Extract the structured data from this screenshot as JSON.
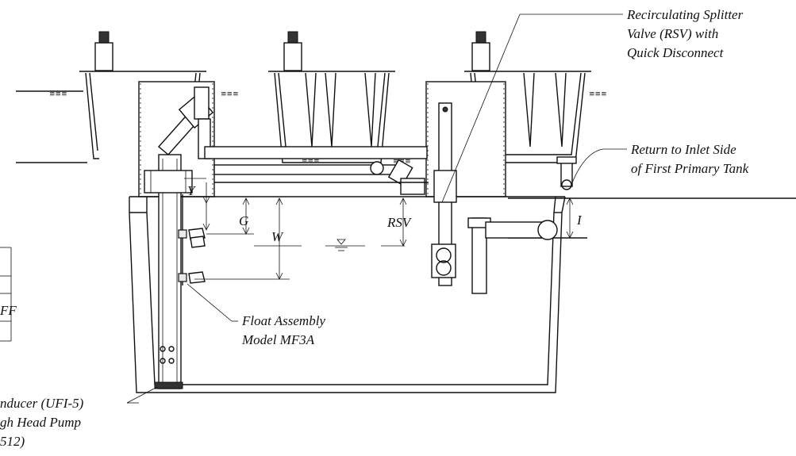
{
  "labels": {
    "rsv_callout": [
      "Recirculating Splitter",
      "Valve (RSV) with",
      "Quick Disconnect"
    ],
    "return_callout": [
      "Return to Inlet Side",
      "of First Primary Tank"
    ],
    "float_callout": [
      "Float Assembly",
      "Model MF3A"
    ],
    "pump_callout": [
      "nducer (UFI-5)",
      "gh Head Pump",
      "512)"
    ],
    "table_partial": [
      "FF"
    ]
  },
  "dimensions": {
    "y": "Y",
    "g": "G",
    "w": "W",
    "rsv": "RSV",
    "i": "I"
  },
  "colors": {
    "line": "#111111",
    "background": "#ffffff"
  }
}
